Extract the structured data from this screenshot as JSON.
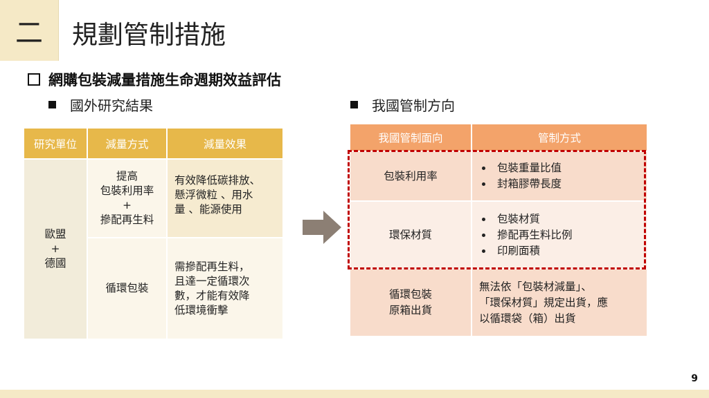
{
  "header": {
    "section_number": "二",
    "title": "規劃管制措施"
  },
  "subtitle": "網購包裝減量措施生命週期效益評估",
  "foreign": {
    "heading": "國外研究結果",
    "columns": [
      "研究單位",
      "減量方式",
      "減量效果"
    ],
    "unit": [
      "歐盟",
      "+",
      "德國"
    ],
    "rows": [
      {
        "method": [
          "提高",
          "包裝利用率",
          "+",
          "摻配再生料"
        ],
        "effect": [
          "有效降低碳排放、",
          "懸浮微粒 、用水",
          "量 、能源使用"
        ]
      },
      {
        "method": [
          "循環包裝"
        ],
        "effect": [
          "需摻配再生料，",
          "且達一定循環次",
          "數，才能有效降",
          "低環境衝擊"
        ]
      }
    ]
  },
  "arrow_color": "#8c7f74",
  "domestic": {
    "heading": "我國管制方向",
    "columns": [
      "我國管制面向",
      "管制方式"
    ],
    "rows": [
      {
        "aspect": [
          "包裝利用率"
        ],
        "ways": [
          "包裝重量比值",
          "封箱膠帶長度"
        ]
      },
      {
        "aspect": [
          "環保材質"
        ],
        "ways": [
          "包裝材質",
          "摻配再生料比例",
          "印刷面積"
        ]
      },
      {
        "aspect": [
          "循環包裝",
          "原箱出貨"
        ],
        "note": [
          "無法依「包裝材減量」、",
          "「環保材質」規定出貨，應",
          "以循環袋（箱）出貨"
        ]
      }
    ]
  },
  "highlight_color": "#c00000",
  "page_number": "9"
}
